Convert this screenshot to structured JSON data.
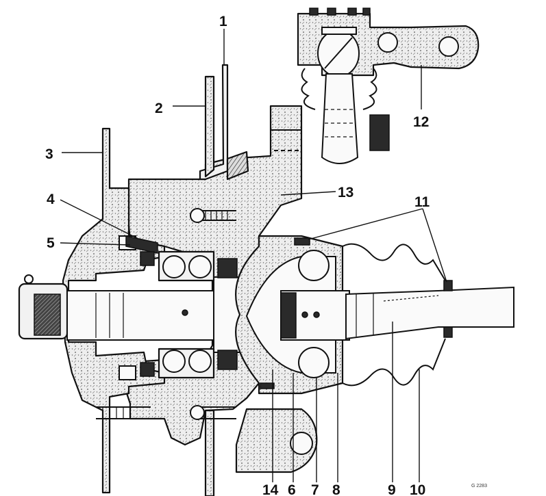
{
  "diagram": {
    "callouts": [
      {
        "id": "1",
        "label": "1"
      },
      {
        "id": "2",
        "label": "2"
      },
      {
        "id": "3",
        "label": "3"
      },
      {
        "id": "4",
        "label": "4"
      },
      {
        "id": "5",
        "label": "5"
      },
      {
        "id": "6",
        "label": "6"
      },
      {
        "id": "7",
        "label": "7"
      },
      {
        "id": "8",
        "label": "8"
      },
      {
        "id": "9",
        "label": "9"
      },
      {
        "id": "10",
        "label": "10"
      },
      {
        "id": "11",
        "label": "11"
      },
      {
        "id": "12",
        "label": "12"
      },
      {
        "id": "13",
        "label": "13"
      },
      {
        "id": "14",
        "label": "14"
      }
    ],
    "reference_code": "G 2283",
    "colors": {
      "ink": "#111111",
      "hatch": "#9a9a9a",
      "paper": "#ffffff"
    }
  }
}
